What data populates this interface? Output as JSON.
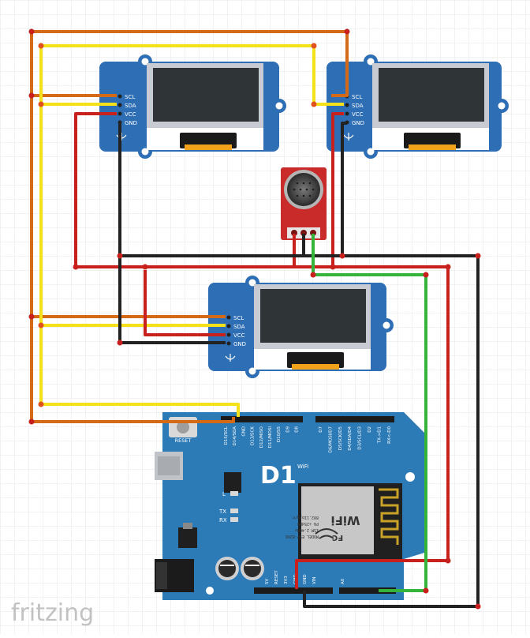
{
  "oled_modules": [
    {
      "pins": [
        "SCL",
        "SDA",
        "VCC",
        "GND"
      ]
    },
    {
      "pins": [
        "SCL",
        "SDA",
        "VCC",
        "GND"
      ]
    },
    {
      "pins": [
        "SCL",
        "SDA",
        "VCC",
        "GND"
      ]
    }
  ],
  "board": {
    "logo": "D1",
    "wifi_label": "WiFi",
    "reset_label": "RESET",
    "led_labels": {
      "l": "L",
      "tx": "TX",
      "rx": "RX"
    },
    "top_pins": [
      "D15/SCL",
      "D14/SDA",
      "GND",
      "D13/SCK",
      "D12/MISO",
      "D11/MOSI",
      "D10/SS",
      "D9",
      "D8"
    ],
    "top_pins_right": [
      "D7",
      "D6/MOSI/D7",
      "D5/SCK/D5",
      "D4/SDA/D4",
      "D3/SCL/D3",
      "D2",
      "TX->D1",
      "RX<-D0"
    ],
    "bottom_pins": [
      "5V",
      "RESET",
      "3V3",
      "GND",
      "GND",
      "VIN",
      "A0"
    ],
    "module": {
      "badges": "FC",
      "brand": "WiFi",
      "lines": [
        "MODEL ESP-8266",
        "ISM 2.4GHz",
        "PA +25dBm",
        "802.11b/g/n"
      ]
    }
  },
  "watermark": "fritzing",
  "colors": {
    "grid": "#e4e4e4",
    "board": "#2d7bb6",
    "oled_board": "#2e6eb5",
    "wire_orange": "#d46a16",
    "wire_yellow": "#f5e11a",
    "wire_red": "#c7201d",
    "wire_black": "#222222",
    "wire_green": "#36b33a",
    "mic_board": "#c92a2a"
  }
}
